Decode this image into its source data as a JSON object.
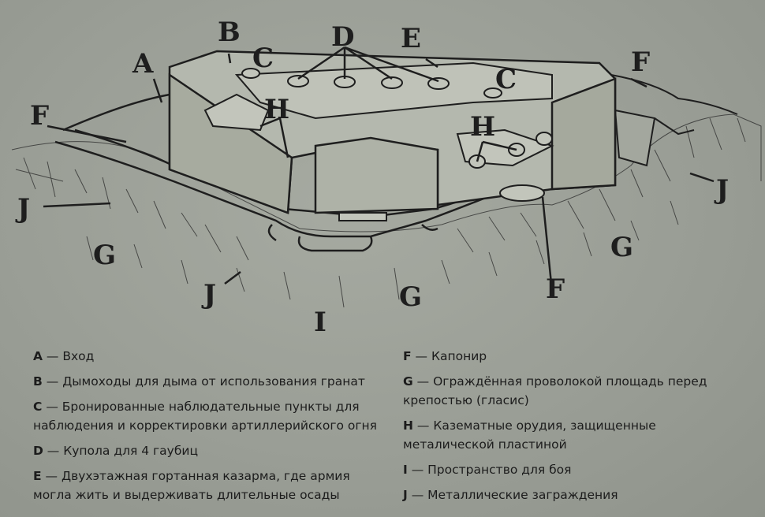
{
  "labels": {
    "a": "A",
    "b": "B",
    "c1": "C",
    "c2": "C",
    "d": "D",
    "e": "E",
    "f1": "F",
    "f2": "F",
    "f3": "F",
    "g1": "G",
    "g2": "G",
    "g3": "G",
    "h1": "H",
    "h2": "H",
    "i": "I",
    "j1": "J",
    "j2": "J",
    "j3": "J"
  },
  "legend": {
    "dash": " — ",
    "left": [
      {
        "key": "A",
        "text": "Вход"
      },
      {
        "key": "B",
        "text": "Дымоходы для дыма от использования гранат"
      },
      {
        "key": "C",
        "text": "Бронированные наблюдательные пункты для наблюдения и корректировки артиллерийского огня"
      },
      {
        "key": "D",
        "text": "Купола для 4 гаубиц"
      },
      {
        "key": "E",
        "text": "Двухэтажная гортанная казарма, где армия могла жить и выдерживать длительные осады"
      }
    ],
    "right": [
      {
        "key": "F",
        "text": "Капонир"
      },
      {
        "key": "G",
        "text": "Ограждённая проволокой площадь перед крепостью (гласис)"
      },
      {
        "key": "H",
        "text": "Казематные орудия, защищенные металической пластиной"
      },
      {
        "key": "I",
        "text": "Пространство для боя"
      },
      {
        "key": "J",
        "text": "Металлические заграждения"
      }
    ]
  },
  "colors": {
    "background": "#9a9e96",
    "ink": "#1e1e1e"
  }
}
